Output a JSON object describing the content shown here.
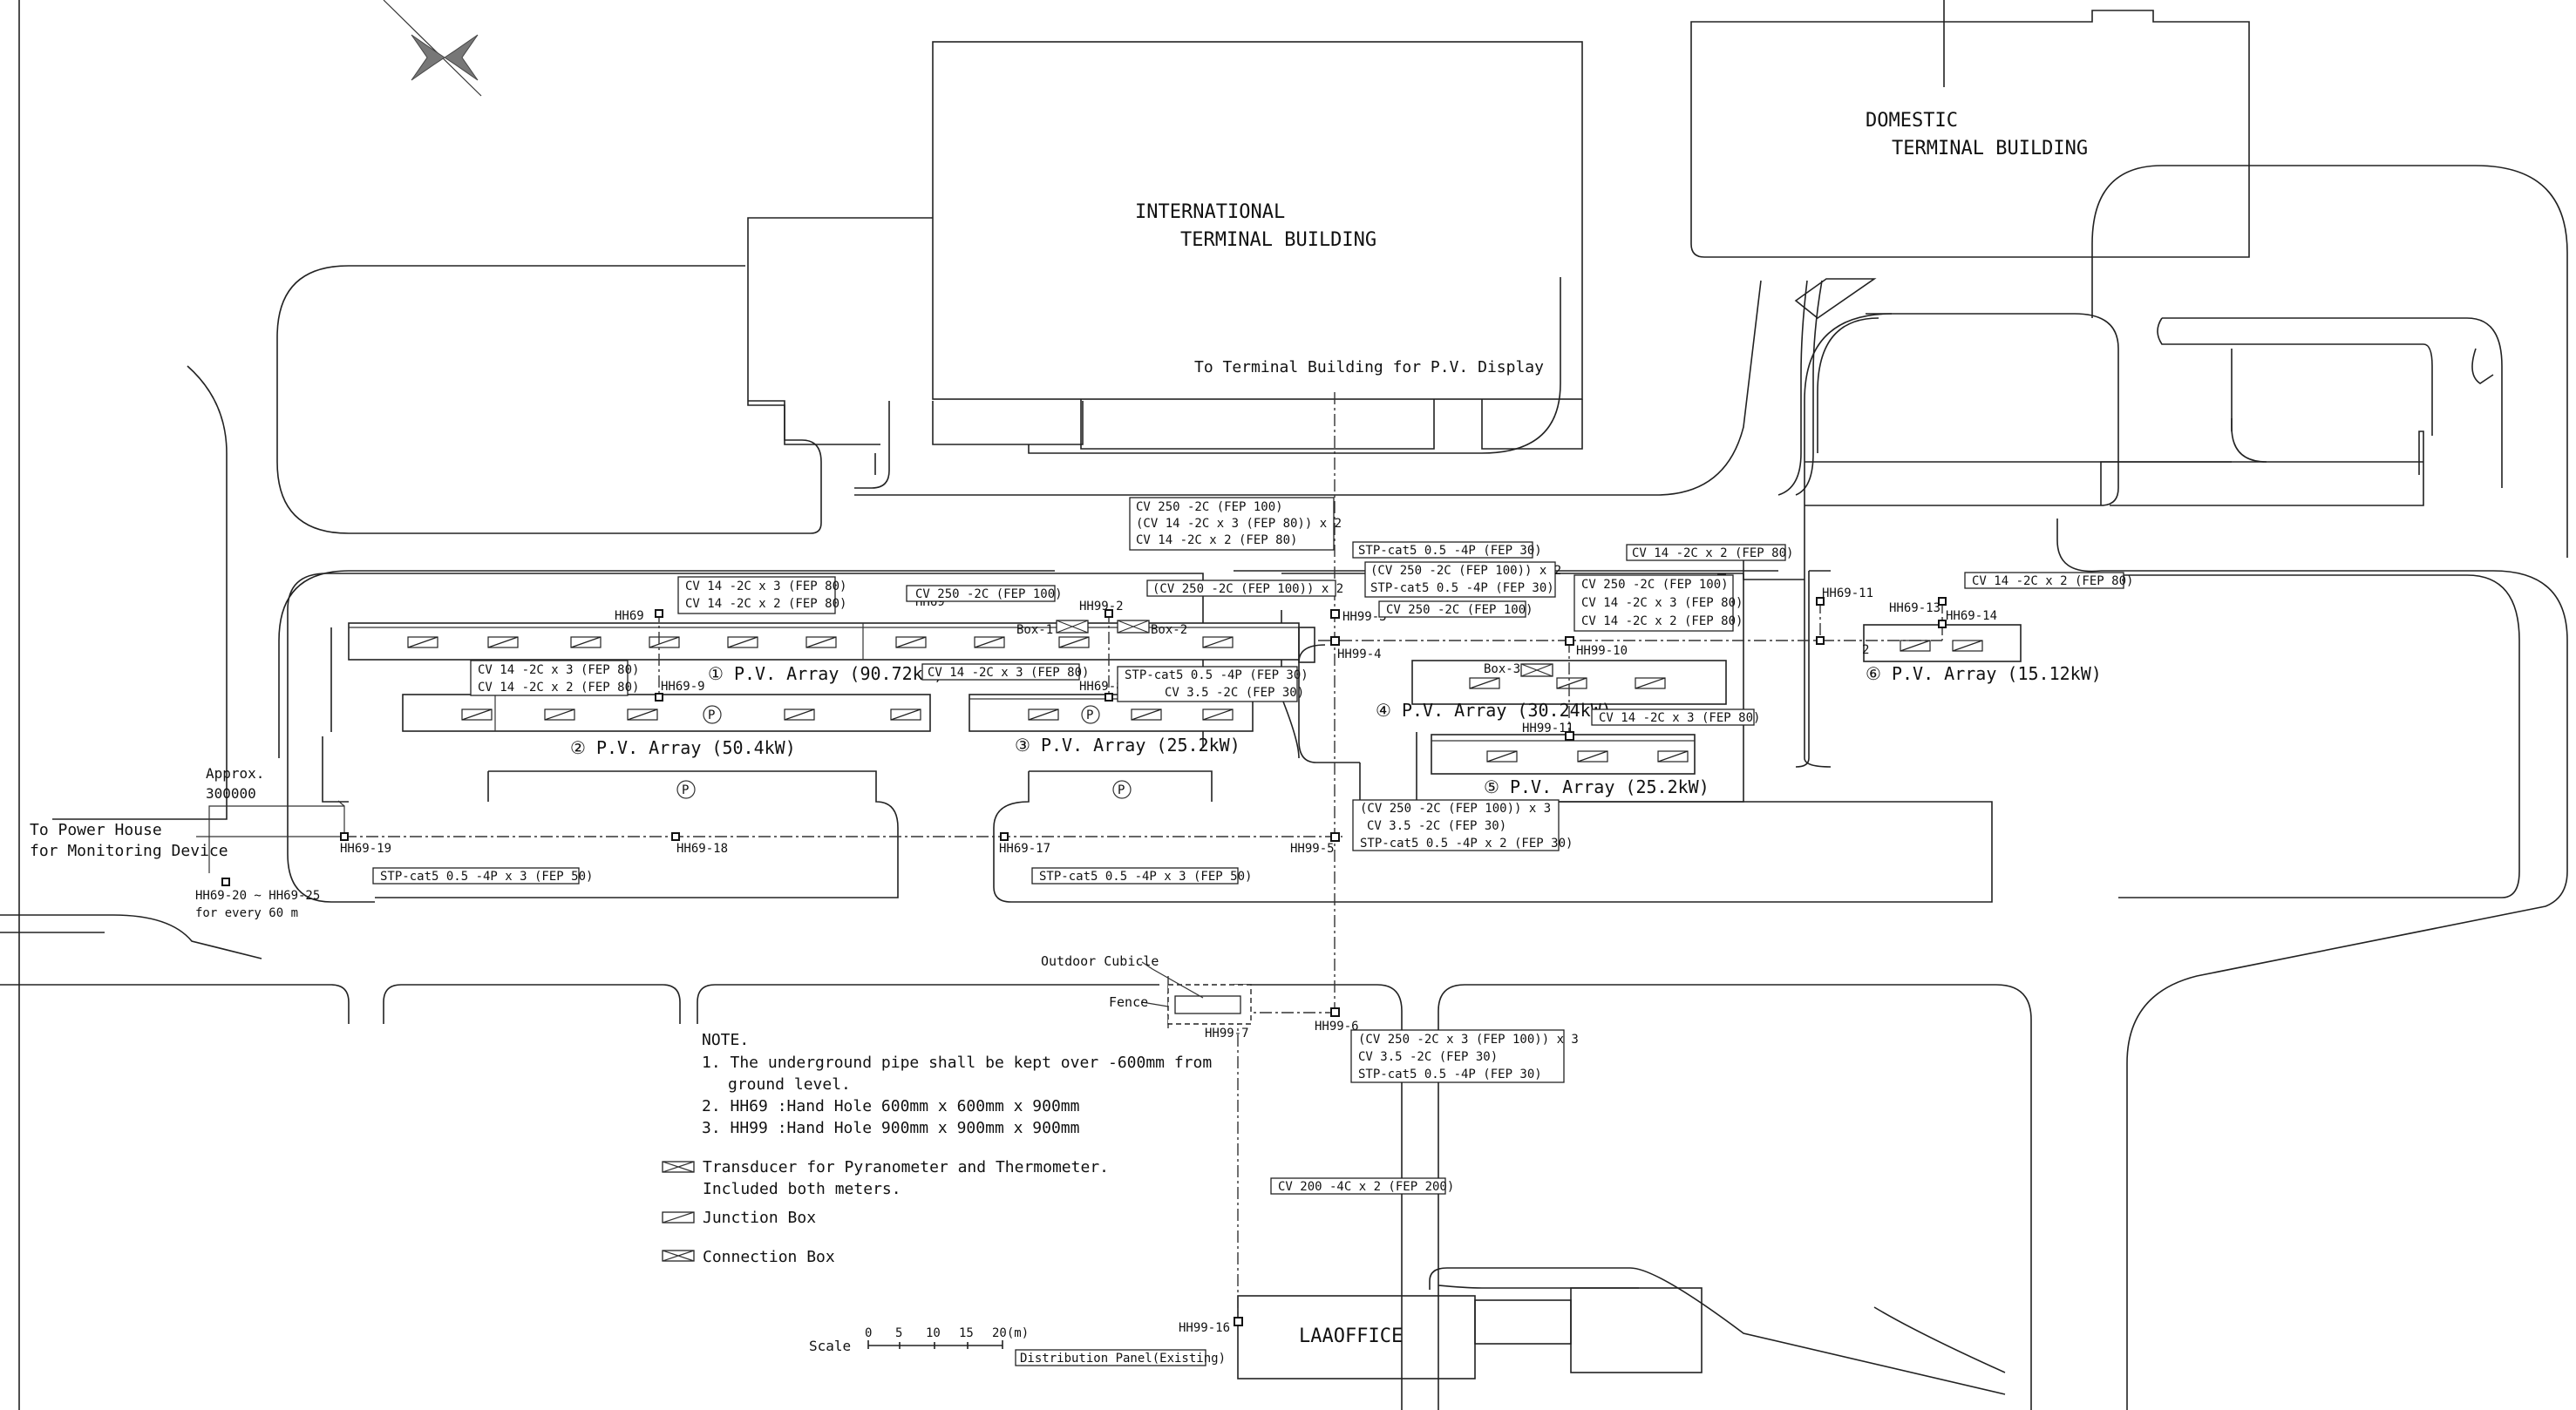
{
  "buildings": {
    "international_line1": "INTERNATIONAL",
    "international_line2": "TERMINAL  BUILDING",
    "domestic_line1": "DOMESTIC",
    "domestic_line2": "TERMINAL  BUILDING",
    "laa_office": "LAAOFFICE"
  },
  "labels": {
    "pv_display": "To Terminal Building for P.V. Display",
    "power_house_1": "To Power House",
    "power_house_2": "for Monitoring Device",
    "approx_1": "Approx.",
    "approx_2": "300000",
    "hh69_20_25": "HH69-20 ~ HH69-25",
    "every_60m": "for every 60 m",
    "outdoor_cubicle": "Outdoor Cubicle",
    "fence": "Fence",
    "distribution_panel": "Distribution Panel(Existing)",
    "box1": "Box-1",
    "box2": "Box-2",
    "box3": "Box-3",
    "parking": "P"
  },
  "arrays": {
    "a1": "① P.V. Array (90.72kW)",
    "a2": "② P.V. Array (50.4kW)",
    "a3": "③ P.V. Array (25.2kW)",
    "a4": "④ P.V. Array (30.24kW)",
    "a5": "⑤ P.V. Array (25.2kW)",
    "a6": "⑥ P.V. Array (15.12kW)"
  },
  "handholes": {
    "hh69": "HH69",
    "hh69_9": "HH69-9",
    "hh69_8": "HH69-8",
    "hh99_2": "HH99-2",
    "hh99_3": "HH99-3",
    "hh99_4": "HH99-4",
    "hh99_10": "HH99-10",
    "hh99_11": "HH99-11",
    "hh99_5": "HH99-5",
    "hh99_6": "HH99-6",
    "hh99_7": "HH99-7",
    "hh99_16": "HH99-16",
    "hh69_11": "HH69-11",
    "hh69_12": "2",
    "hh69_13": "HH69-13",
    "hh69_14": "HH69-14",
    "hh69_17": "HH69-17",
    "hh69_18": "HH69-18",
    "hh69_19": "HH69-19"
  },
  "cables": {
    "c1a": "CV 250 -2C (FEP 100)",
    "c1b": "(CV 14 -2C x 3 (FEP 80)) x 2",
    "c1c": "CV 14 -2C x 2 (FEP 80)",
    "c2": "STP-cat5 0.5 -4P (FEP 30)",
    "c3a": "(CV 250 -2C (FEP 100)) x 2",
    "c3b": "STP-cat5 0.5 -4P (FEP 30)",
    "c4": "CV 250 -2C (FEP 100)",
    "c5": "CV 14 -2C x 2 (FEP 80)",
    "c6a": "CV 250 -2C (FEP 100)",
    "c6b": "CV 14 -2C x 3 (FEP 80)",
    "c6c": "CV 14 -2C x 2 (FEP 80)",
    "c7": "CV 14 -2C x 2 (FEP 80)",
    "c8a": "CV 14 -2C x 3 (FEP 80)",
    "c8b": "CV 14 -2C x 2 (FEP 80)",
    "c9": "CV 250 -2C (FEP 100)",
    "c10": "(CV 250 -2C (FEP 100)) x 2",
    "c11a": "CV 14 -2C x 3 (FEP 80)",
    "c11b": "CV 14 -2C x 2 (FEP 80)",
    "c12": "CV 14 -2C x 3 (FEP 80)",
    "c13a": "STP-cat5 0.5 -4P (FEP 30)",
    "c13b": "CV 3.5 -2C (FEP 30)",
    "c14": "CV 14 -2C x 3 (FEP 80)",
    "c15a": "(CV 250 -2C (FEP 100)) x 3",
    "c15b": "CV 3.5 -2C (FEP 30)",
    "c15c": "STP-cat5 0.5 -4P x 2 (FEP 30)",
    "c16": "STP-cat5 0.5 -4P x 3 (FEP 50)",
    "c17": "STP-cat5 0.5 -4P x 3 (FEP 50)",
    "c18a": "(CV 250 -2C x 3 (FEP 100)) x 3",
    "c18b": "CV 3.5 -2C (FEP 30)",
    "c18c": "STP-cat5 0.5 -4P (FEP 30)",
    "c19": "CV 200 -4C x 2 (FEP 200)"
  },
  "notes": {
    "title": "NOTE.",
    "n1a": "1. The underground pipe shall be kept over -600mm from",
    "n1b": "ground level.",
    "n2": "2. HH69 :Hand Hole 600mm x 600mm x 900mm",
    "n3": "3. HH99 :Hand Hole 900mm x 900mm x 900mm"
  },
  "legend": {
    "transducer_a": "Transducer for Pyranometer and Thermometer.",
    "transducer_b": "Included both meters.",
    "junction": "Junction Box",
    "connection": "Connection Box"
  },
  "scale": {
    "label": "Scale",
    "t0": "0",
    "t5": "5",
    "t10": "10",
    "t15": "15",
    "t20": "20(m)"
  }
}
